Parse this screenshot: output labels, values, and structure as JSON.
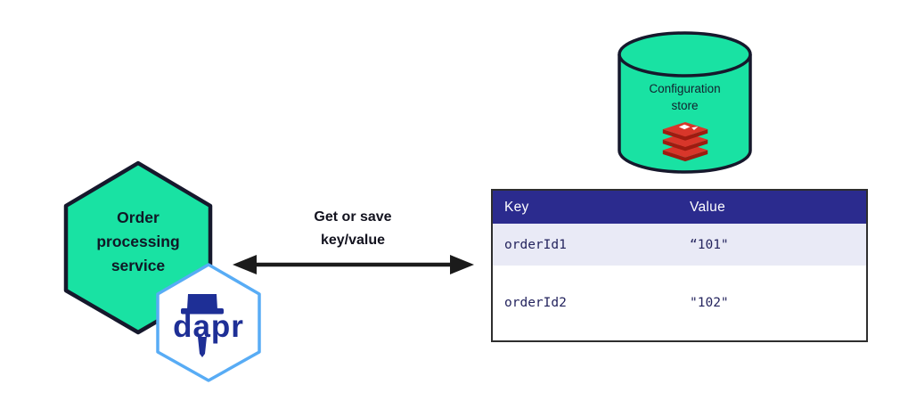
{
  "colors": {
    "hexagon_green": "#19e2a3",
    "outline_dark": "#16182c",
    "dapr_border_blue": "#58acf5",
    "dapr_navy": "#1e2f96",
    "arrow_black": "#1b1b1b",
    "table_header_bg": "#2b2b8e",
    "table_row_alt_bg": "#e9eaf6",
    "table_border": "#2e2e2e",
    "cell_text_navy": "#24245e",
    "redis_red": "#d8362a",
    "redis_dark_red": "#9e1b10"
  },
  "service": {
    "label": "Order\nprocessing\nservice"
  },
  "dapr": {
    "logo_text": "dapr"
  },
  "arrow": {
    "label": "Get or save\nkey/value"
  },
  "store": {
    "label": "Configuration\nstore"
  },
  "table": {
    "headers": {
      "key": "Key",
      "value": "Value"
    },
    "rows": [
      {
        "key": "orderId1",
        "value": "“101\""
      },
      {
        "key": "orderId2",
        "value": "\"102\""
      }
    ]
  }
}
